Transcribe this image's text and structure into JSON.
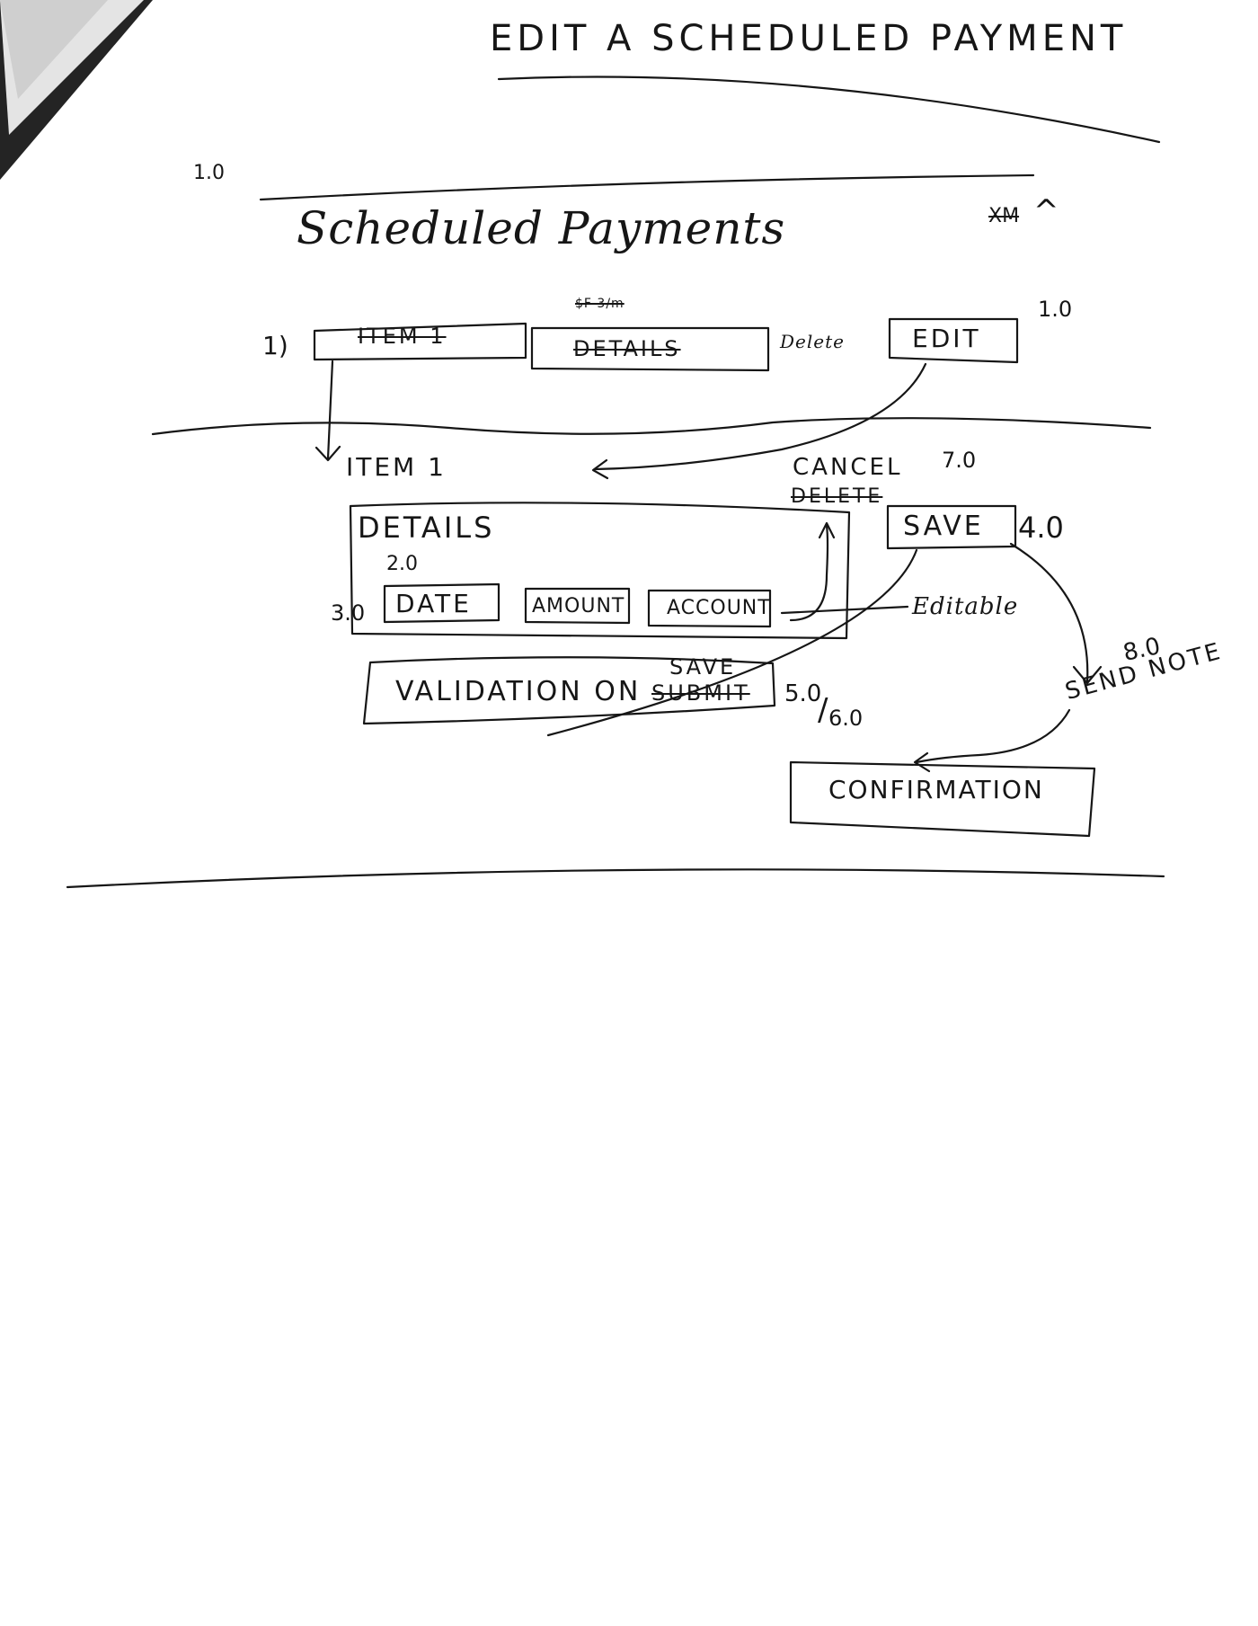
{
  "title": "EDIT A SCHEDULED PAYMENT",
  "frame_label": "1.0",
  "screen": {
    "heading": "Scheduled Payments",
    "scratched_mark": "XM",
    "caret": "^"
  },
  "list_row": {
    "number": "1)",
    "item_label": "ITEM 1",
    "details_label": "DETAILS",
    "details_note": "$F 3/m",
    "delete_label": "Delete",
    "edit_label": "EDIT",
    "edit_step": "1.0"
  },
  "edit_view": {
    "item_title": "ITEM 1",
    "cancel_label": "CANCEL",
    "cancel_step": "7.0",
    "deleted_label": "DELETE",
    "save_label": "SAVE",
    "save_step": "4.0",
    "details_heading": "DETAILS",
    "details_step": "2.0",
    "fields_step": "3.0",
    "fields": {
      "date": "DATE",
      "amount": "AMOUNT",
      "account": "ACCOUNT"
    },
    "editable_note": "Editable",
    "validation_text": "VALIDATION ON",
    "validation_old": "SUBMIT",
    "validation_new": "SAVE",
    "validation_steps_a": "5.0",
    "validation_steps_b": "6.0",
    "send_note_step": "8.0",
    "send_note_label": "SEND NOTE",
    "confirmation_label": "CONFIRMATION"
  },
  "colors": {
    "ink": "#161616",
    "paper": "#ffffff",
    "page_curl": "#d9d9d9"
  }
}
